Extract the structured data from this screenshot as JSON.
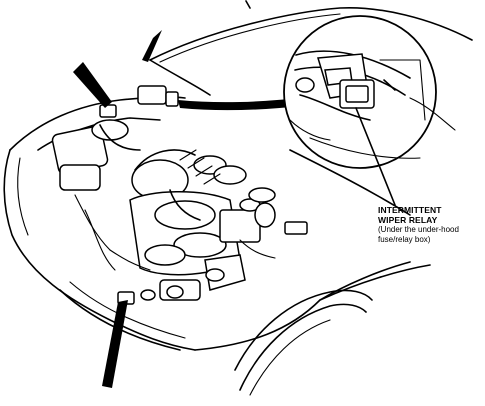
{
  "callout": {
    "title_line1": "INTERMITTENT",
    "title_line2": "WIPER RELAY",
    "note_line1": "(Under the under-hood",
    "note_line2": "fuse/relay box)"
  },
  "colors": {
    "ink": "#000000",
    "paper": "#ffffff"
  }
}
